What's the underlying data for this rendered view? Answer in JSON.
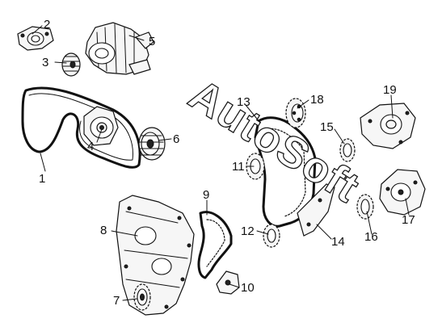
{
  "watermark": "AutoSoft",
  "callouts": [
    {
      "id": "2",
      "label": "2"
    },
    {
      "id": "3",
      "label": "3"
    },
    {
      "id": "5",
      "label": "5"
    },
    {
      "id": "1",
      "label": "1"
    },
    {
      "id": "4",
      "label": "4"
    },
    {
      "id": "6",
      "label": "6"
    },
    {
      "id": "7",
      "label": "7"
    },
    {
      "id": "8",
      "label": "8"
    },
    {
      "id": "9",
      "label": "9"
    },
    {
      "id": "10",
      "label": "10"
    },
    {
      "id": "11",
      "label": "11"
    },
    {
      "id": "12",
      "label": "12"
    },
    {
      "id": "13",
      "label": "13"
    },
    {
      "id": "14",
      "label": "14"
    },
    {
      "id": "15",
      "label": "15"
    },
    {
      "id": "16",
      "label": "16"
    },
    {
      "id": "17",
      "label": "17"
    },
    {
      "id": "18",
      "label": "18"
    },
    {
      "id": "19",
      "label": "19"
    }
  ]
}
